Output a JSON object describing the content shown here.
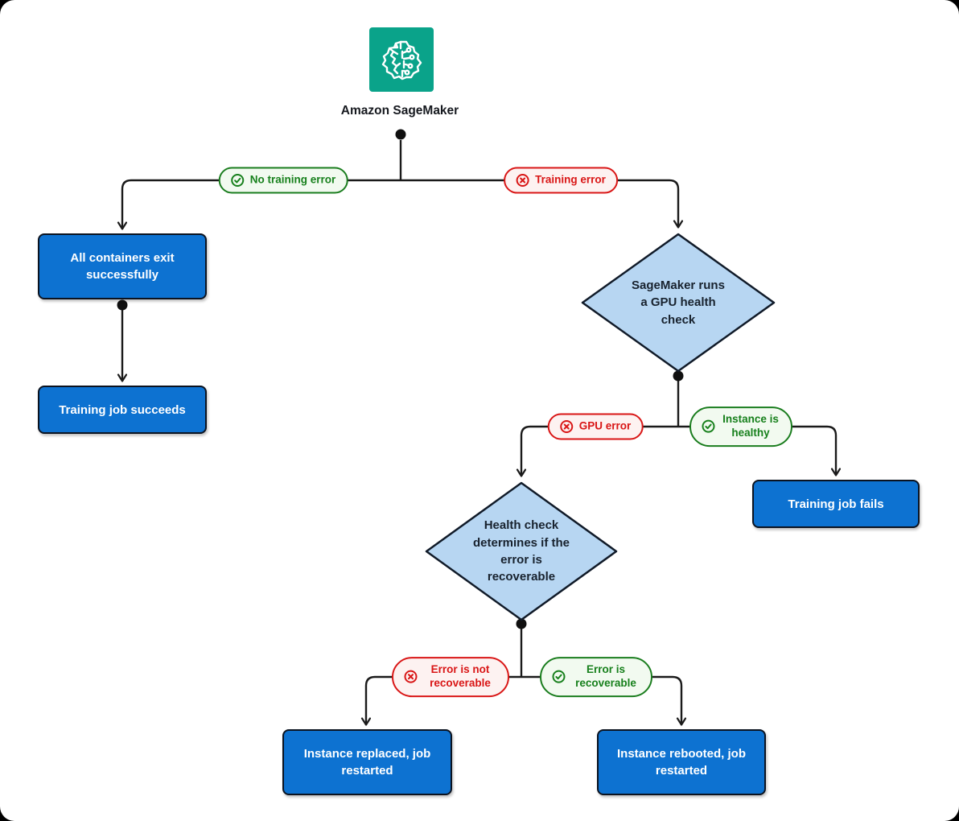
{
  "diagram": {
    "title": "Amazon SageMaker",
    "icon": "sagemaker-brain-circuit",
    "colors": {
      "process_fill": "#0d72d1",
      "decision_fill": "#b7d6f2",
      "success": "#17801c",
      "error": "#d91616",
      "icon_bg": "#0aa38a",
      "line": "#1a1a1a"
    },
    "nodes": [
      {
        "id": "all-containers-exit",
        "type": "process",
        "label": "All containers exit successfully"
      },
      {
        "id": "training-job-succeeds",
        "type": "process",
        "label": "Training job succeeds"
      },
      {
        "id": "gpu-health-check",
        "type": "decision",
        "label": "SageMaker runs a GPU health check"
      },
      {
        "id": "training-job-fails",
        "type": "process",
        "label": "Training job fails"
      },
      {
        "id": "health-check-recoverable",
        "type": "decision",
        "label": "Health check determines if the error is recoverable"
      },
      {
        "id": "instance-replaced",
        "type": "process",
        "label": "Instance replaced, job restarted"
      },
      {
        "id": "instance-rebooted",
        "type": "process",
        "label": "Instance rebooted, job restarted"
      }
    ],
    "edges": [
      {
        "label": "No training error",
        "status": "success",
        "from": "Amazon SageMaker",
        "to": "All containers exit successfully"
      },
      {
        "label": "Training error",
        "status": "error",
        "from": "Amazon SageMaker",
        "to": "SageMaker runs a GPU health check"
      },
      {
        "label": "GPU error",
        "status": "error",
        "from": "SageMaker runs a GPU health check",
        "to": "Health check determines if the error is recoverable"
      },
      {
        "label": "Instance is healthy",
        "status": "success",
        "from": "SageMaker runs a GPU health check",
        "to": "Training job fails"
      },
      {
        "label": "Error is not recoverable",
        "status": "error",
        "from": "Health check determines if the error is recoverable",
        "to": "Instance replaced, job restarted"
      },
      {
        "label": "Error is recoverable",
        "status": "success",
        "from": "Health check determines if the error is recoverable",
        "to": "Instance rebooted, job restarted"
      },
      {
        "label": "",
        "status": "plain",
        "from": "All containers exit successfully",
        "to": "Training job succeeds"
      }
    ]
  }
}
